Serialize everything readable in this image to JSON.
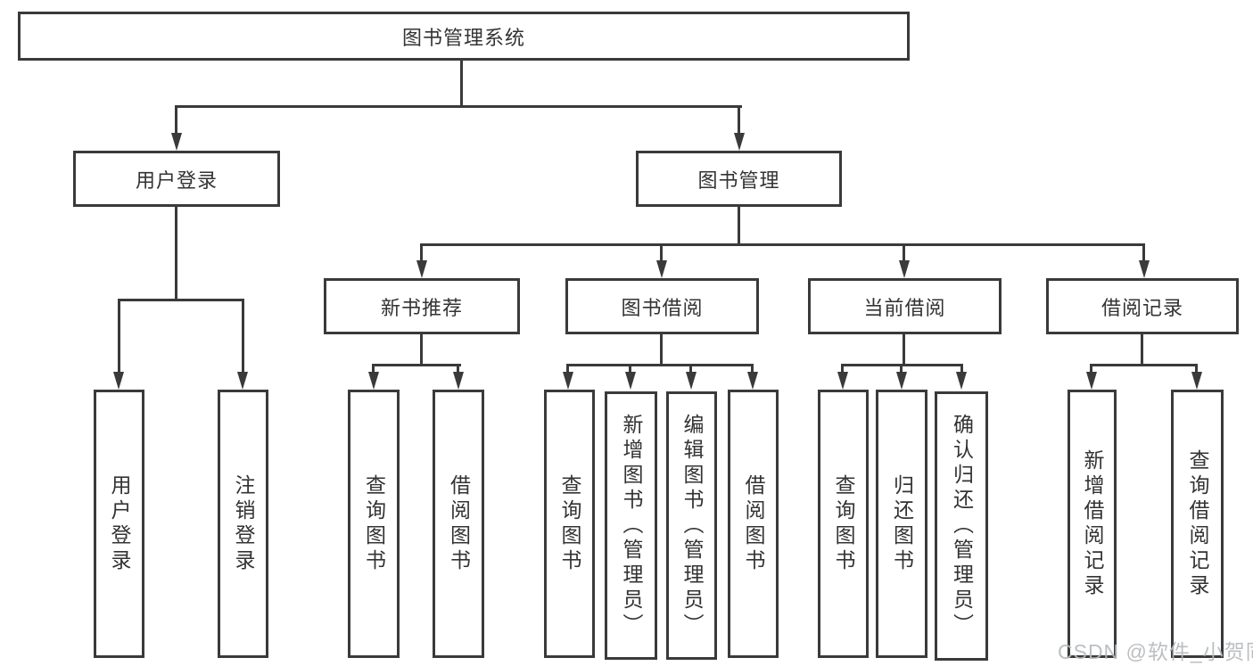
{
  "diagram": {
    "root": {
      "label": "图书管理系统"
    },
    "level2": [
      {
        "label": "用户登录"
      },
      {
        "label": "图书管理"
      }
    ],
    "level3": [
      {
        "label": "新书推荐"
      },
      {
        "label": "图书借阅"
      },
      {
        "label": "当前借阅"
      },
      {
        "label": "借阅记录"
      }
    ],
    "leaves": {
      "login": [
        {
          "label": "用户登录"
        },
        {
          "label": "注销登录"
        }
      ],
      "recommend": [
        {
          "label": "查询图书"
        },
        {
          "label": "借阅图书"
        }
      ],
      "borrow": [
        {
          "label": "查询图书"
        },
        {
          "label": "新增图书（管理员）"
        },
        {
          "label": "编辑图书（管理员）"
        },
        {
          "label": "借阅图书"
        }
      ],
      "current": [
        {
          "label": "查询图书"
        },
        {
          "label": "归还图书"
        },
        {
          "label": "确认归还（管理员）"
        }
      ],
      "records": [
        {
          "label": "新增借阅记录"
        },
        {
          "label": "查询借阅记录"
        }
      ]
    },
    "watermark": "CSDN @软件_小贺同学",
    "colors": {
      "line": "#3a3a3a",
      "text": "#333333",
      "watermark": "#b6babd",
      "background": "#ffffff"
    }
  }
}
